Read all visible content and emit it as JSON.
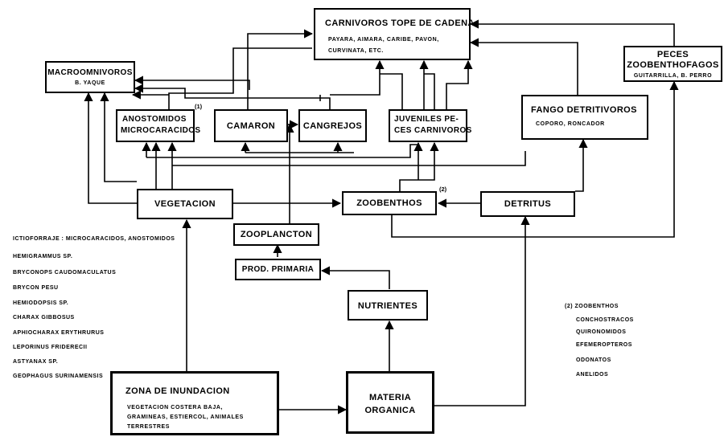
{
  "nodes": {
    "carnivoros": {
      "title": "CARNIVOROS  TOPE DE CADENA",
      "sub1": "PAYARA, AIMARA, CARIBE, PAVON,",
      "sub2": "CURVINATA, ETC."
    },
    "peces_zoo": {
      "title1": "PECES",
      "title2": "ZOOBENTHOFAGOS",
      "sub": "GUITARRILLA, B. PERRO"
    },
    "macro": {
      "title": "MACROOMNIVOROS",
      "sub": "B. YAQUE"
    },
    "anostomidos": {
      "title1": "ANOSTOMIDOS",
      "title2": "MICROCARACIDOS",
      "note": "(1)"
    },
    "camaron": {
      "title": "CAMARON"
    },
    "cangrejos": {
      "title": "CANGREJOS"
    },
    "juveniles": {
      "title1": "JUVENILES  PE-",
      "title2": "CES CARNIVOROS"
    },
    "fango": {
      "title": "FANGO DETRITIVOROS",
      "sub": "COPORO, RONCADOR"
    },
    "vegetacion": {
      "title": "VEGETACION"
    },
    "zoobenthos": {
      "title": "ZOOBENTHOS",
      "note": "(2)"
    },
    "detritus": {
      "title": "DETRITUS"
    },
    "zooplancton": {
      "title": "ZOOPLANCTON"
    },
    "prod": {
      "title": "PROD. PRIMARIA"
    },
    "nutrientes": {
      "title": "NUTRIENTES"
    },
    "zona": {
      "title": "ZONA  DE  INUNDACION",
      "sub1": "VEGETACION  COSTERA  BAJA,",
      "sub2": "GRAMINEAS,  ESTIERCOL, ANIMALES",
      "sub3": "TERRESTRES"
    },
    "materia": {
      "title1": "MATERIA",
      "title2": "ORGANICA"
    }
  },
  "notes": {
    "list1": [
      "ICTIOFORRAJE : MICROCARACIDOS, ANOSTOMIDOS",
      "HEMIGRAMMUS  SP.",
      "BRYCONOPS  CAUDOMACULATUS",
      "BRYCON  PESU",
      "HEMIODOPSIS  SP.",
      "CHARAX  GIBBOSUS",
      "APHIOCHARAX  ERYTHRURUS",
      "LEPORINUS  FRIDERECII",
      "ASTYANAX  SP.",
      "GEOPHAGUS  SURINAMENSIS"
    ],
    "list2_title": "(2) ZOOBENTHOS",
    "list2": [
      "CONCHOSTRACOS",
      "QUIRONOMIDOS",
      "EFEMEROPTEROS",
      "ODONATOS",
      "ANELIDOS"
    ]
  }
}
